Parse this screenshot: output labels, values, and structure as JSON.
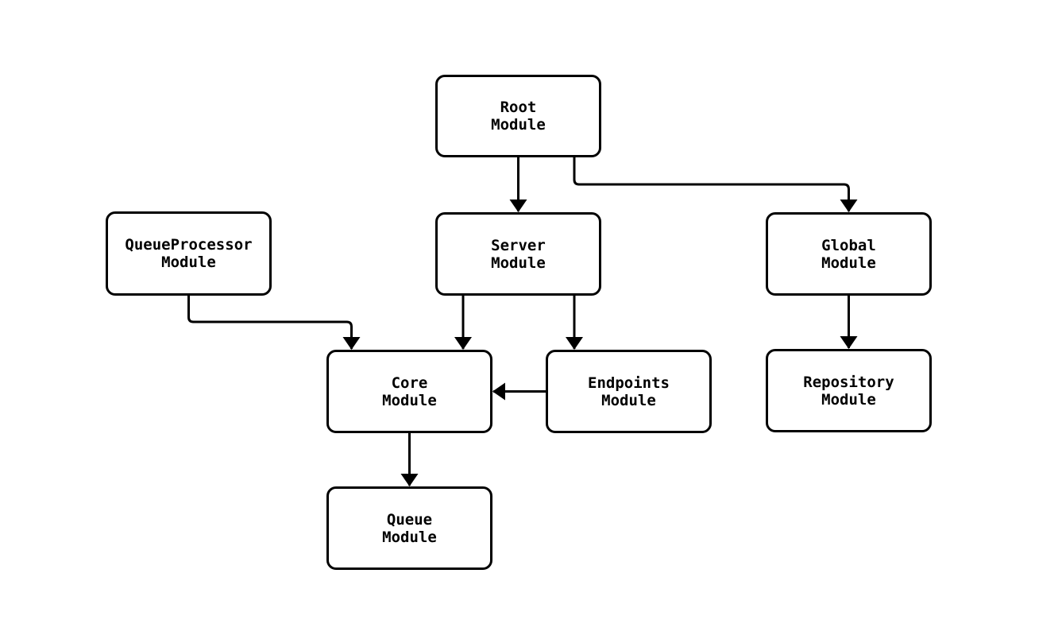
{
  "diagram": {
    "type": "flowchart",
    "orientation": "top-down",
    "background_color": "#ffffff",
    "node_fill_color": "#ffffff",
    "node_border_color": "#000000",
    "edge_color": "#000000",
    "text_color": "#000000",
    "nodes": [
      {
        "id": "root",
        "line1": "Root",
        "line2": "Module"
      },
      {
        "id": "server",
        "line1": "Server",
        "line2": "Module"
      },
      {
        "id": "global",
        "line1": "Global",
        "line2": "Module"
      },
      {
        "id": "queueprocessor",
        "line1": "QueueProcessor",
        "line2": "Module"
      },
      {
        "id": "core",
        "line1": "Core",
        "line2": "Module"
      },
      {
        "id": "endpoints",
        "line1": "Endpoints",
        "line2": "Module"
      },
      {
        "id": "repository",
        "line1": "Repository",
        "line2": "Module"
      },
      {
        "id": "queue",
        "line1": "Queue",
        "line2": "Module"
      }
    ],
    "edges": [
      {
        "from": "root",
        "to": "server"
      },
      {
        "from": "root",
        "to": "global"
      },
      {
        "from": "queueprocessor",
        "to": "core"
      },
      {
        "from": "server",
        "to": "core"
      },
      {
        "from": "server",
        "to": "endpoints"
      },
      {
        "from": "global",
        "to": "repository"
      },
      {
        "from": "endpoints",
        "to": "core"
      },
      {
        "from": "core",
        "to": "queue"
      }
    ]
  }
}
